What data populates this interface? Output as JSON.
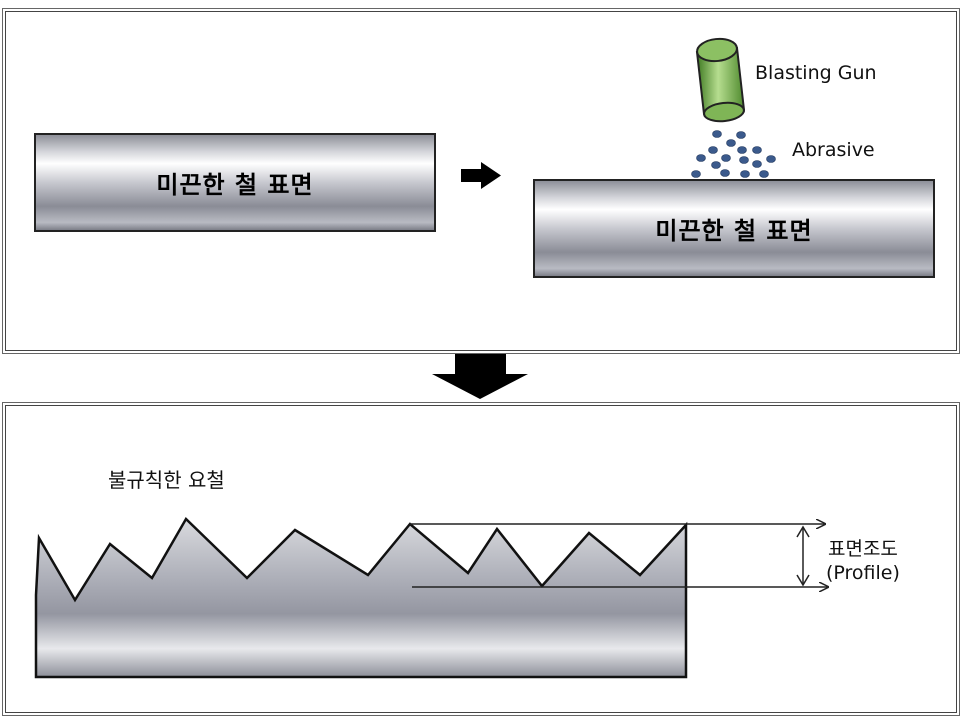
{
  "top_panel": {
    "left_bar_label": "미끈한 철 표면",
    "right_bar_label": "미끈한 철 표면",
    "gun_label": "Blasting Gun",
    "abrasive_label": "Abrasive"
  },
  "bottom_panel": {
    "irregular_label": "불규칙한 요철",
    "profile_label_ko": "표면조도",
    "profile_label_en": "(Profile)"
  },
  "colors": {
    "gun_green": "#6fa84a",
    "abrasive_blue": "#3b5a8c",
    "outline": "#222222"
  }
}
